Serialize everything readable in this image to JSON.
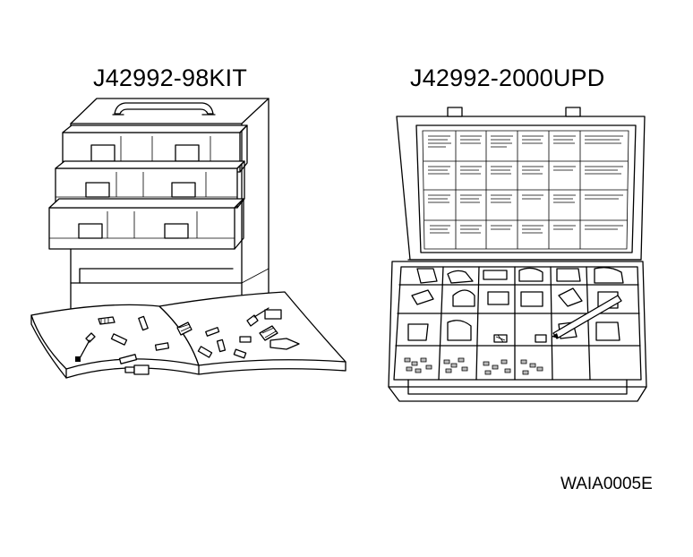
{
  "left_kit": {
    "label": "J42992-98KIT"
  },
  "right_kit": {
    "label": "J42992-2000UPD"
  },
  "figure_code": "WAIA0005E"
}
